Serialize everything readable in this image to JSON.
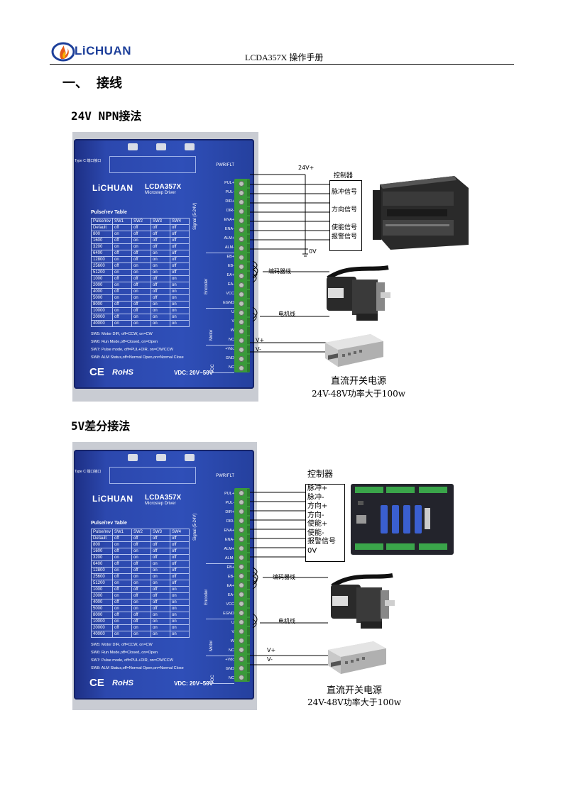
{
  "header": {
    "logo": "LiCHUAN",
    "doc_title": "LCDA357X 操作手册"
  },
  "section": {
    "number": "一、",
    "title": "接线"
  },
  "sub1": "24V NPN接法",
  "sub2": "5V差分接法",
  "driver": {
    "dip_caption": "Type C 端口接口",
    "brand": "LiCHUAN",
    "model": "LCDA357X",
    "model_sub": "Microstep Driver",
    "table_title": "Pulse/rev  Table",
    "table_head": [
      "Pulse/rev",
      "SW1",
      "SW2",
      "SW3",
      "SW4"
    ],
    "rows": [
      [
        "Default",
        "off",
        "off",
        "off",
        "off"
      ],
      [
        "800",
        "on",
        "off",
        "off",
        "off"
      ],
      [
        "1600",
        "off",
        "on",
        "off",
        "off"
      ],
      [
        "3200",
        "on",
        "on",
        "off",
        "off"
      ],
      [
        "6400",
        "off",
        "off",
        "on",
        "off"
      ],
      [
        "12800",
        "on",
        "off",
        "on",
        "off"
      ],
      [
        "25600",
        "off",
        "on",
        "on",
        "off"
      ],
      [
        "51200",
        "on",
        "on",
        "on",
        "off"
      ],
      [
        "1000",
        "off",
        "off",
        "off",
        "on"
      ],
      [
        "2000",
        "on",
        "off",
        "off",
        "on"
      ],
      [
        "4000",
        "off",
        "on",
        "off",
        "on"
      ],
      [
        "5000",
        "on",
        "on",
        "off",
        "on"
      ],
      [
        "8000",
        "off",
        "off",
        "on",
        "on"
      ],
      [
        "10000",
        "on",
        "off",
        "on",
        "on"
      ],
      [
        "20000",
        "off",
        "on",
        "on",
        "on"
      ],
      [
        "40000",
        "on",
        "on",
        "on",
        "on"
      ]
    ],
    "notes": [
      "SW5: Motor DIR, off=CCW, on=CW",
      "SW6: Run Mode,off=Closed, on=Open",
      "SW7: Pulse mode, off=PUL+DIR, on=CW/CCW",
      "SW8: ALM Status,off=Normal Open,on=Normal Close"
    ],
    "ce": "CE",
    "rohs": "RoHS",
    "vdc": "VDC: 20V~50V",
    "pwr": "PWR/FLT",
    "signal_label": "Signal (5-24V)",
    "encoder_label": "Encoder",
    "motor_label": "Motor",
    "vdc_label": "VDC",
    "terminals_signal": [
      "PUL+",
      "PUL-",
      "DIR+",
      "DIR-",
      "ENA+",
      "ENA-",
      "ALM+",
      "ALM-"
    ],
    "terminals_encoder": [
      "EB+",
      "EB-",
      "EA+",
      "EA-",
      "VCC",
      "EGND"
    ],
    "terminals_motor": [
      "U",
      "V",
      "W",
      "NC"
    ],
    "terminals_power": [
      "+Vdc",
      "GND",
      "NC"
    ]
  },
  "diagram1": {
    "v24": "24V+",
    "controller": "控制器",
    "signals": [
      "脉冲信号",
      "方向信号",
      "使能信号",
      "报警信号"
    ],
    "zero_v": "0V",
    "encoder_wire": "编码器线",
    "motor_wire": "电机线",
    "vplus": "V+",
    "vminus": "V-",
    "psu_caption1": "直流开关电源",
    "psu_caption2": "24V-48V功率大于100w"
  },
  "diagram2": {
    "controller": "控制器",
    "signals": [
      "脉冲+",
      "脉冲-",
      "方向+",
      "方向-",
      "使能+",
      "使能-",
      "报警信号",
      "0V"
    ],
    "encoder_wire": "编码器线",
    "motor_wire": "电机线",
    "vplus": "V+",
    "vminus": "V-",
    "psu_caption1": "直流开关电源",
    "psu_caption2": "24V-48V功率大于100w"
  }
}
